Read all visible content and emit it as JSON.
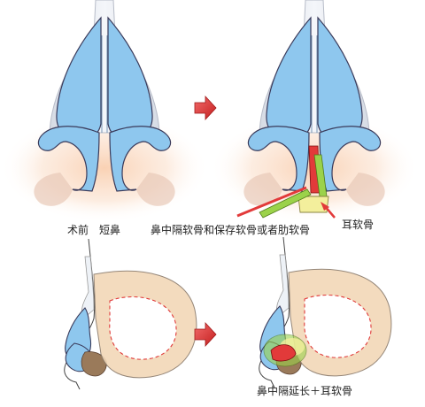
{
  "labels": {
    "before_short_nose": "术前　短鼻",
    "septal_cartilage": "鼻中隔软骨和保存软骨或者肋软骨",
    "ear_cartilage": "耳软骨",
    "septal_extension": "鼻中隔延长＋耳软骨"
  },
  "colors": {
    "cartilage_blue": "#8ec7ee",
    "outline": "#3a3a5a",
    "skin_glow": "#f7c8a8",
    "arrow_red": "#e23a3a",
    "graft_green": "#9bd24a",
    "graft_yellow": "#f3ef9c"
  }
}
